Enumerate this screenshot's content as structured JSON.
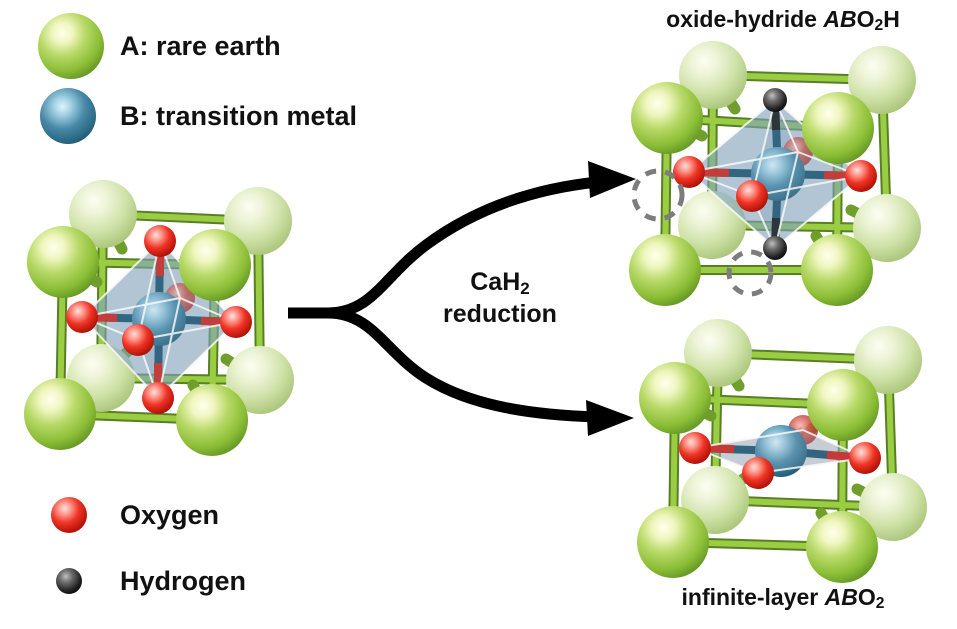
{
  "legend": {
    "a_label": "A: rare earth",
    "b_label": "B: transition metal",
    "oxygen_label": "Oxygen",
    "hydrogen_label": "Hydrogen"
  },
  "reaction": {
    "formula_main": "CaH",
    "formula_sub": "2",
    "line2": "reduction"
  },
  "titles": {
    "oxide_hydride": {
      "prefix": "oxide-hydride ",
      "italic": "AB",
      "o": "O",
      "sub": "2",
      "suffix": "H"
    },
    "infinite_layer": {
      "prefix": "infinite-layer ",
      "italic": "AB",
      "o": "O",
      "sub": "2",
      "suffix": ""
    }
  },
  "colors": {
    "rare_earth_green": "#8abd35",
    "transition_metal_teal": "#2e6f8e",
    "oxygen_red": "#ef3425",
    "hydrogen_black": "#141414",
    "cube_edge_green": "#9bcd43",
    "octahedron_blue": "#7496b0",
    "bond_teal": "#17506b",
    "vacancy_gray": "#7d7d7d",
    "arrow_black": "#000000",
    "background": "#ffffff",
    "text": "#111111"
  }
}
